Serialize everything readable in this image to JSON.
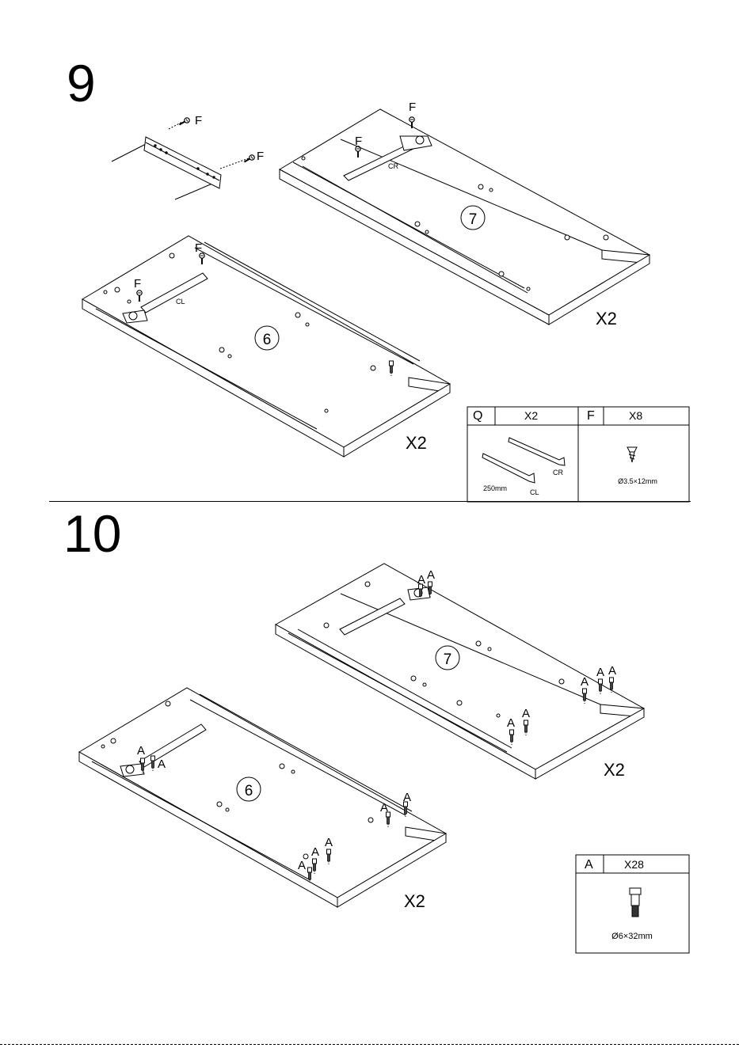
{
  "step9": {
    "number": "9",
    "screw_letter": "F",
    "rail_cr": "CR",
    "rail_cl": "CL",
    "panel_7": "7",
    "panel_6": "6",
    "qty_top": "X2",
    "qty_bottom": "X2",
    "parts": {
      "q_letter": "Q",
      "q_qty": "X2",
      "q_length": "250mm",
      "q_cr": "CR",
      "q_cl": "CL",
      "f_letter": "F",
      "f_qty": "X8",
      "f_size": "Ø3.5×12mm"
    }
  },
  "step10": {
    "number": "10",
    "dowel_letter": "A",
    "panel_7": "7",
    "panel_6": "6",
    "qty_top": "X2",
    "qty_bottom": "X2",
    "parts": {
      "a_letter": "A",
      "a_qty": "X28",
      "a_size": "Ø6×32mm"
    }
  }
}
